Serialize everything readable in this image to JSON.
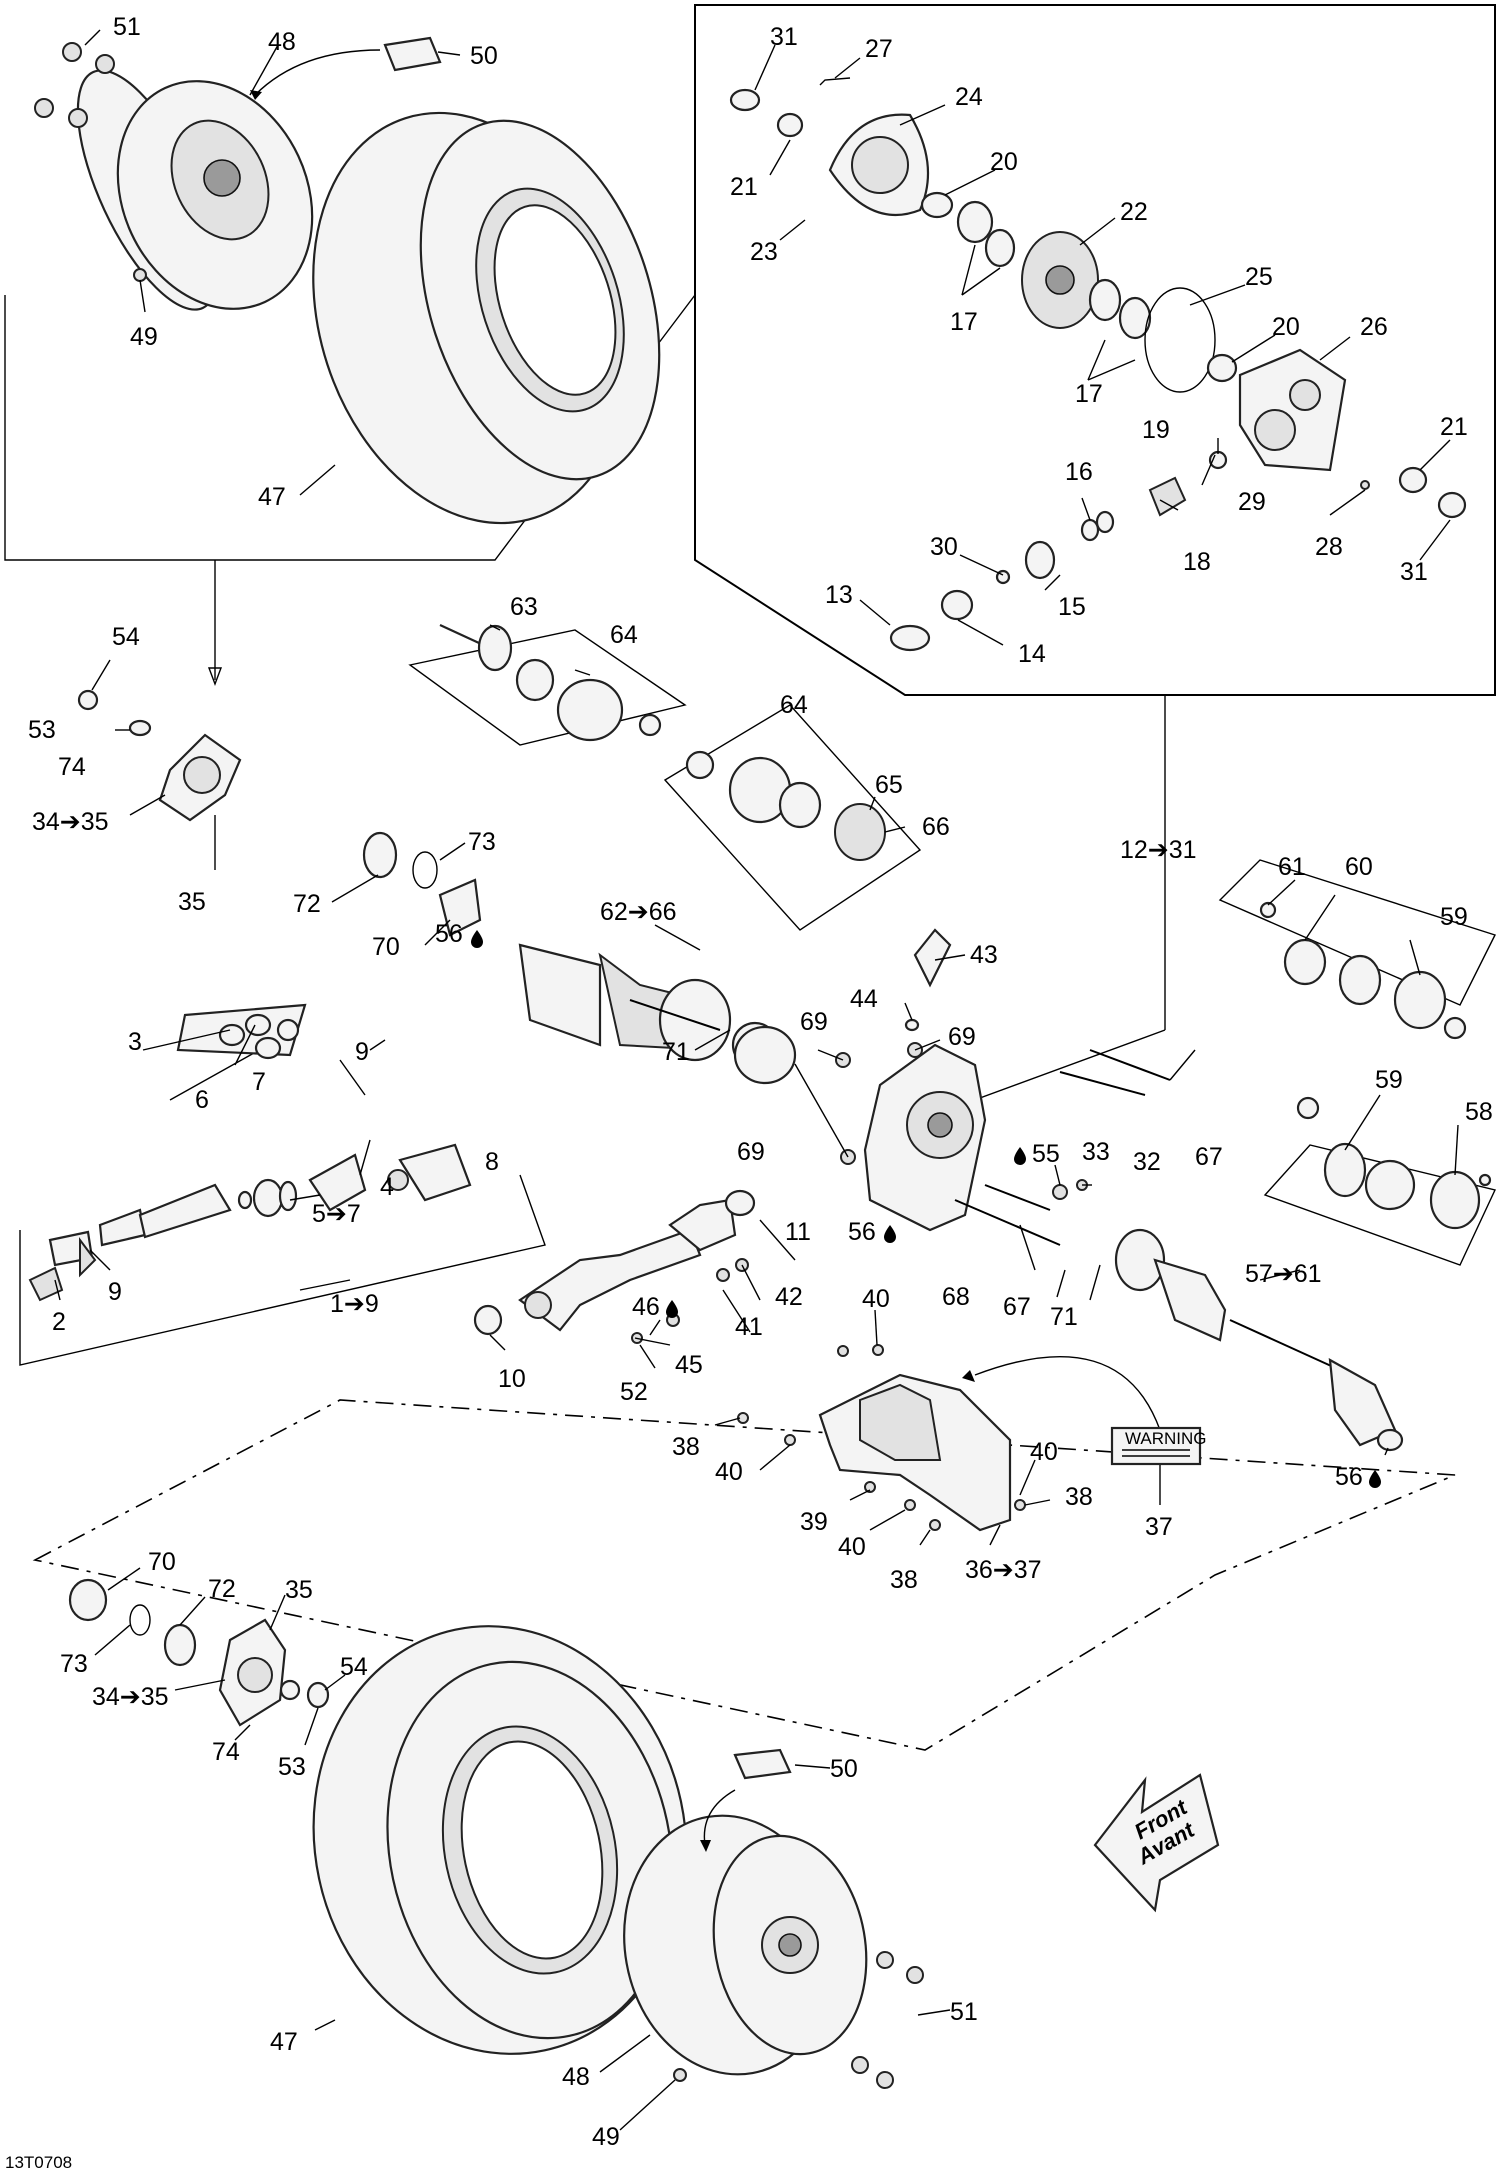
{
  "drawing_code": "13T0708",
  "front_arrow": {
    "line1": "Front",
    "line2": "Avant"
  },
  "warning_label_text": "WARNING",
  "callouts": {
    "c51a": "51",
    "c48a": "48",
    "c50a": "50",
    "c49a": "49",
    "c47a": "47",
    "c31a": "31",
    "c27": "27",
    "c24": "24",
    "c21a": "21",
    "c20a": "20",
    "c23": "23",
    "c22": "22",
    "c17a": "17",
    "c25": "25",
    "c20b": "20",
    "c26": "26",
    "c17b": "17",
    "c19": "19",
    "c21b": "21",
    "c16": "16",
    "c29": "29",
    "c28": "28",
    "c18": "18",
    "c30": "30",
    "c31b": "31",
    "c13": "13",
    "c15": "15",
    "c14": "14",
    "c54a": "54",
    "c53a": "53",
    "c74a": "74",
    "c34a": "34➔35",
    "c35a": "35",
    "c63": "63",
    "c64a": "64",
    "c64b": "64",
    "c65": "65",
    "c66": "66",
    "c73a": "73",
    "c72a": "72",
    "c70a": "70",
    "c12": "12➔31",
    "c62": "62➔66",
    "c56a": "56",
    "c43": "43",
    "c44": "44",
    "c71a": "71",
    "c69a": "69",
    "c69b": "69",
    "c69c": "69",
    "c55": "55",
    "c67a": "67",
    "c33": "33",
    "c32": "32",
    "c61": "61",
    "c60": "60",
    "c59a": "59",
    "c59b": "59",
    "c58": "58",
    "c3": "3",
    "c9a": "9",
    "c7": "7",
    "c6": "6",
    "c4": "4",
    "c8": "8",
    "c57": "57➔61",
    "c5": "5➔7",
    "c2": "2",
    "c9b": "9",
    "c1": "1➔9",
    "c11": "11",
    "c56b": "56",
    "c42": "42",
    "c41": "41",
    "c46": "46",
    "c40a": "40",
    "c10": "10",
    "c45": "45",
    "c52": "52",
    "c68": "68",
    "c67b": "67",
    "c71b": "71",
    "c38a": "38",
    "c40b": "40",
    "c39": "39",
    "c40c": "40",
    "c38b": "38",
    "c38c": "38",
    "c40d": "40",
    "c37": "37",
    "c36": "36➔37",
    "c56c": "56",
    "c70b": "70",
    "c72b": "72",
    "c35b": "35",
    "c54b": "54",
    "c73b": "73",
    "c34b": "34➔35",
    "c74b": "74",
    "c53b": "53",
    "c50b": "50",
    "c47b": "47",
    "c51b": "51",
    "c48b": "48",
    "c49b": "49"
  }
}
